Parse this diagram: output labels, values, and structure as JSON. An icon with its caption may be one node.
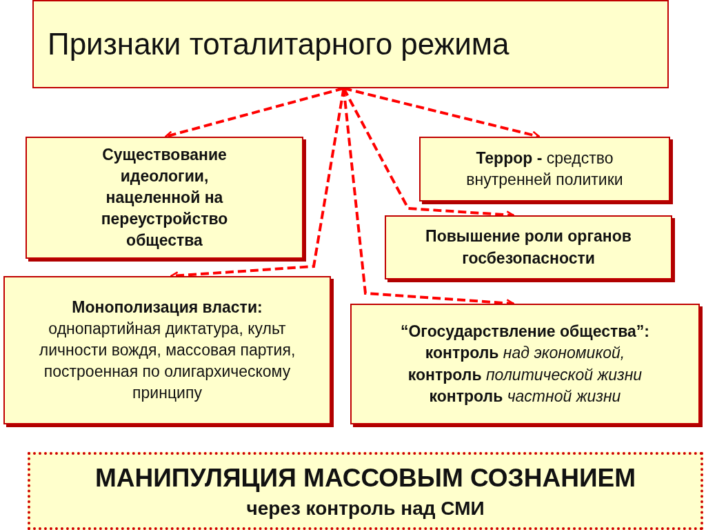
{
  "diagram": {
    "nodes": [
      {
        "text": [
          "Признаки тоталитарного режима"
        ]
      },
      {
        "text": [
          "Существование идеологии, нацеленной на переустройство общества"
        ]
      },
      {
        "text": [
          "**Террор -** средство внутренней политики"
        ]
      },
      {
        "text": [
          "Повышение роли органов госбезопасности"
        ]
      },
      {
        "text": [
          "**Монополизация власти:**",
          "однопартийная диктатура, культ личности вождя, массовая партия, построенная по олигархическому принципу"
        ]
      },
      {
        "text": [
          "“Огосударствление общества”:",
          "**контроль** *над экономикой,*",
          "**контроль** *политической жизни*",
          "**контроль** *частной жизни*"
        ]
      },
      {
        "text": [
          "МАНИПУЛЯЦИЯ МАССОВЫМ СОЗНАНИЕМ",
          "через контроль над СМИ"
        ]
      }
    ],
    "edges": [
      {
        "from": 0,
        "to": 1,
        "arrow": "to",
        "style": "dashed"
      },
      {
        "from": 0,
        "to": 4,
        "arrow": "to",
        "style": "dashed"
      },
      {
        "from": 0,
        "to": 2,
        "arrow": "to",
        "style": "dashed"
      },
      {
        "from": 0,
        "to": 3,
        "arrow": "to",
        "style": "dashed"
      },
      {
        "from": 0,
        "to": 5,
        "arrow": "to",
        "style": "dashed"
      }
    ]
  }
}
